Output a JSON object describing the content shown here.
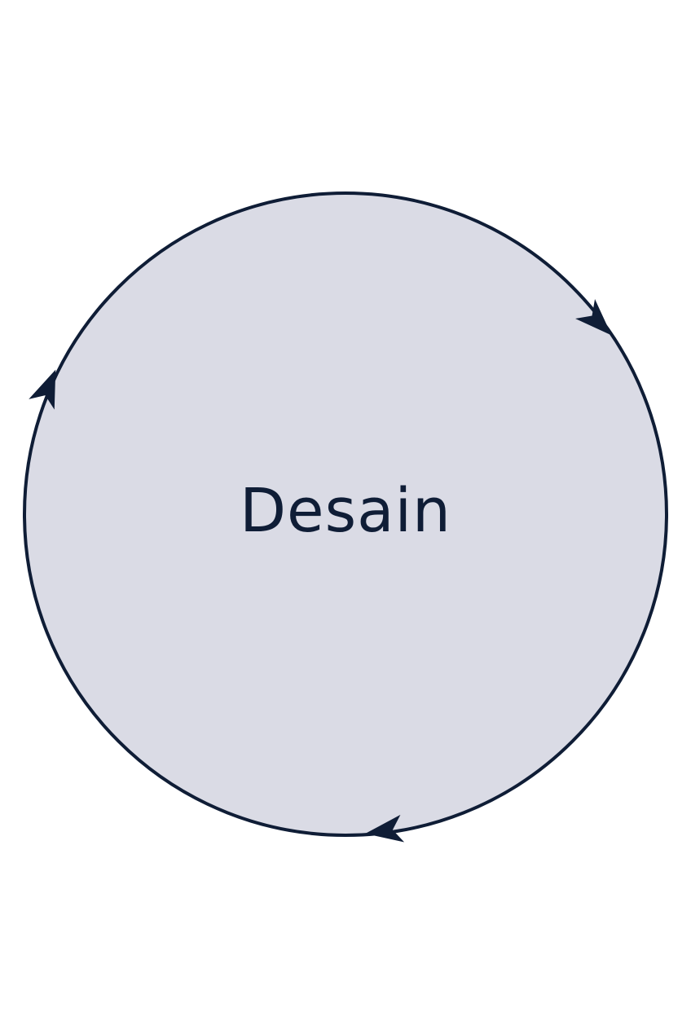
{
  "diagram": {
    "center_label": "Desain",
    "colors": {
      "background": "#ffffff",
      "circle_fill": "#dadbe5",
      "stroke": "#0f1d36",
      "text": "#0f1d36"
    },
    "arrow_direction": "clockwise",
    "arrow_icon": "triangle-arrowhead"
  }
}
